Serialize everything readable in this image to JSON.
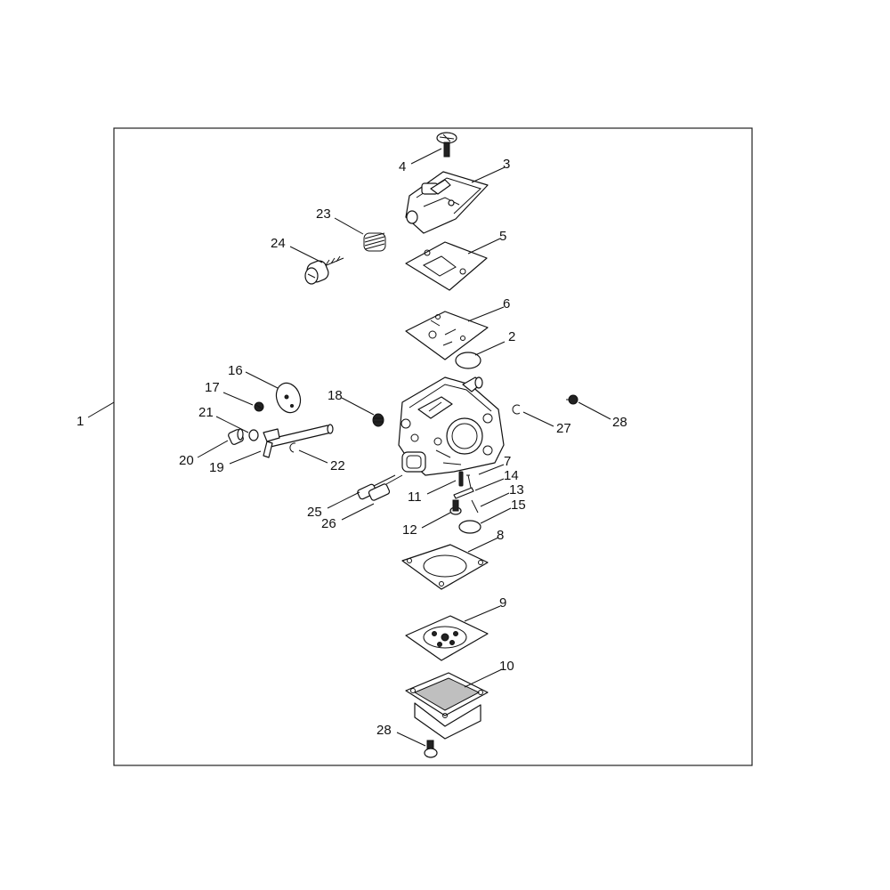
{
  "diagram": {
    "callouts": [
      {
        "id": "c1",
        "label": "1"
      },
      {
        "id": "c2",
        "label": "2"
      },
      {
        "id": "c3",
        "label": "3"
      },
      {
        "id": "c4",
        "label": "4"
      },
      {
        "id": "c5",
        "label": "5"
      },
      {
        "id": "c6",
        "label": "6"
      },
      {
        "id": "c7",
        "label": "7"
      },
      {
        "id": "c8",
        "label": "8"
      },
      {
        "id": "c9",
        "label": "9"
      },
      {
        "id": "c10",
        "label": "10"
      },
      {
        "id": "c11",
        "label": "11"
      },
      {
        "id": "c12",
        "label": "12"
      },
      {
        "id": "c13",
        "label": "13"
      },
      {
        "id": "c14",
        "label": "14"
      },
      {
        "id": "c15",
        "label": "15"
      },
      {
        "id": "c16",
        "label": "16"
      },
      {
        "id": "c17",
        "label": "17"
      },
      {
        "id": "c18",
        "label": "18"
      },
      {
        "id": "c19",
        "label": "19"
      },
      {
        "id": "c20",
        "label": "20"
      },
      {
        "id": "c21",
        "label": "21"
      },
      {
        "id": "c22",
        "label": "22"
      },
      {
        "id": "c23",
        "label": "23"
      },
      {
        "id": "c24",
        "label": "24"
      },
      {
        "id": "c25",
        "label": "25"
      },
      {
        "id": "c26",
        "label": "26"
      },
      {
        "id": "c27",
        "label": "27"
      },
      {
        "id": "c28a",
        "label": "28"
      },
      {
        "id": "c28b",
        "label": "28"
      }
    ]
  }
}
